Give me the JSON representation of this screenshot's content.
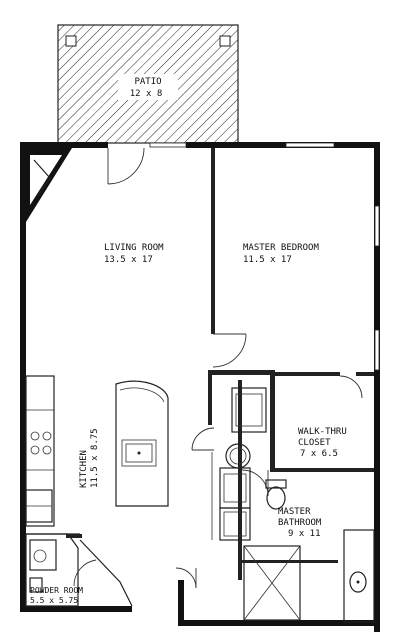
{
  "rooms": {
    "patio": {
      "name": "PATIO",
      "size": "12 x 8"
    },
    "living_room": {
      "name": "LIVING ROOM",
      "size": "13.5 x 17"
    },
    "master_bedroom": {
      "name": "MASTER BEDROOM",
      "size": "11.5 x 17"
    },
    "walk_thru_closet": {
      "name_line1": "WALK-THRU",
      "name_line2": "CLOSET",
      "size": "7 x 6.5"
    },
    "kitchen": {
      "name": "KITCHEN",
      "size": "11.5 x 8.75"
    },
    "master_bathroom": {
      "name_line1": "MASTER",
      "name_line2": "BATHROOM",
      "size": "9 x 11"
    },
    "powder_room": {
      "name": "POWDER ROOM",
      "size": "5.5 x 5.75"
    }
  },
  "colors": {
    "wall": "#111111",
    "line": "#333333",
    "background": "#ffffff"
  }
}
